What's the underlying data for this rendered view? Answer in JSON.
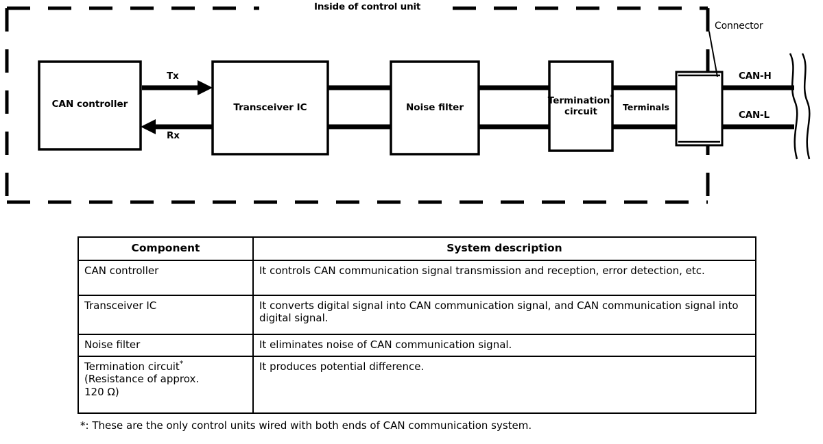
{
  "diagram": {
    "enclosure_label": "Inside of control unit",
    "blocks": [
      {
        "id": "can-controller",
        "label": "CAN controller"
      },
      {
        "id": "transceiver-ic",
        "label": "Transceiver IC"
      },
      {
        "id": "noise-filter",
        "label": "Noise filter"
      },
      {
        "id": "termination-line1",
        "label": "Termination"
      },
      {
        "id": "termination-line2",
        "label": "circuit"
      },
      {
        "id": "terminals",
        "label": "Terminals"
      }
    ],
    "block_labels": {
      "can_controller": "CAN controller",
      "transceiver_ic": "Transceiver IC",
      "noise_filter": "Noise filter",
      "termination_circuit_line1": "Termination",
      "termination_circuit_line2": "circuit",
      "termination_star": "*",
      "terminals": "Terminals"
    },
    "signals": {
      "tx": "Tx",
      "rx": "Rx"
    },
    "bus_lines": {
      "can_high": "CAN-H",
      "can_low": "CAN-L"
    },
    "callouts": {
      "connector": "Connector"
    },
    "colors": {
      "stroke": "#000000",
      "background": "#ffffff"
    }
  },
  "table": {
    "headers": {
      "component": "Component",
      "description": "System description"
    },
    "rows": [
      {
        "component": "CAN controller",
        "component_sup": "",
        "component_line2": "",
        "component_line3": "",
        "description": "It controls CAN communication signal transmission and reception, error detection, etc."
      },
      {
        "component": "Transceiver IC",
        "component_sup": "",
        "component_line2": "",
        "component_line3": "",
        "description": "It converts digital signal into CAN communication signal, and CAN communication signal into digital signal."
      },
      {
        "component": "Noise filter",
        "component_sup": "",
        "component_line2": "",
        "component_line3": "",
        "description": "It eliminates noise of CAN communication signal."
      },
      {
        "component": "Termination circuit",
        "component_sup": "*",
        "component_line2": "(Resistance of approx.",
        "component_line3": "120 Ω)",
        "description": "It produces potential difference."
      }
    ]
  },
  "footnote": {
    "text": "*: These are the only control units wired with both ends of CAN communication system."
  }
}
